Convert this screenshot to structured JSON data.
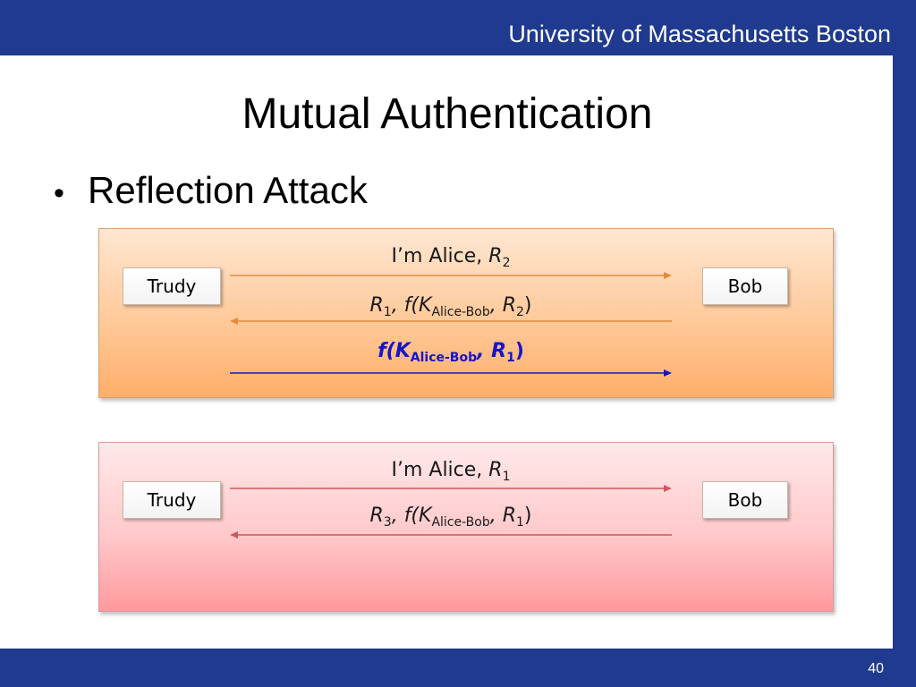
{
  "header": {
    "institution": "University of Massachusetts Boston"
  },
  "slide": {
    "title": "Mutual Authentication",
    "bullet": "Reflection Attack",
    "page_number": "40"
  },
  "panel1": {
    "left_party": "Trudy",
    "right_party": "Bob",
    "messages": [
      {
        "pre": "I’m Alice, ",
        "var1": "R",
        "sub1": "2",
        "mid": "",
        "var2": "",
        "sub2": "",
        "post": "",
        "direction": "right"
      },
      {
        "pre": "",
        "var1": "R",
        "sub1": "1",
        "mid": ", f(K",
        "var2": "",
        "sub2": "Alice-Bob",
        "post": ", R",
        "sub3": "2",
        "end": ")",
        "direction": "left"
      },
      {
        "pre": "f(K",
        "sub1": "Alice-Bob",
        "mid": ", R",
        "sub2": "1",
        "end": ")",
        "direction": "right"
      }
    ]
  },
  "panel2": {
    "left_party": "Trudy",
    "right_party": "Bob",
    "messages": [
      {
        "pre": "I’m Alice, ",
        "var1": "R",
        "sub1": "1",
        "direction": "right"
      },
      {
        "var1": "R",
        "sub1": "3",
        "mid": ", f(K",
        "sub2": "Alice-Bob",
        "post": ", R",
        "sub3": "1",
        "end": ")",
        "direction": "left"
      }
    ]
  },
  "colors": {
    "brand_bar": "#1f3a8e",
    "arrow_orange": "#e58a3c",
    "arrow_blue": "#1515c8",
    "arrow_red": "#d0575b"
  }
}
